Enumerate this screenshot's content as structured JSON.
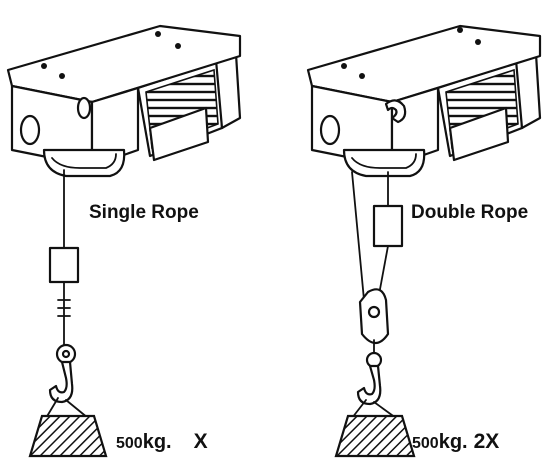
{
  "left": {
    "rope_label": "Single Rope",
    "weight_value": "500",
    "weight_unit": "kg.",
    "multiplier": "X"
  },
  "right": {
    "rope_label": "Double Rope",
    "weight_value": "500",
    "weight_unit": "kg.",
    "multiplier": "2X"
  }
}
